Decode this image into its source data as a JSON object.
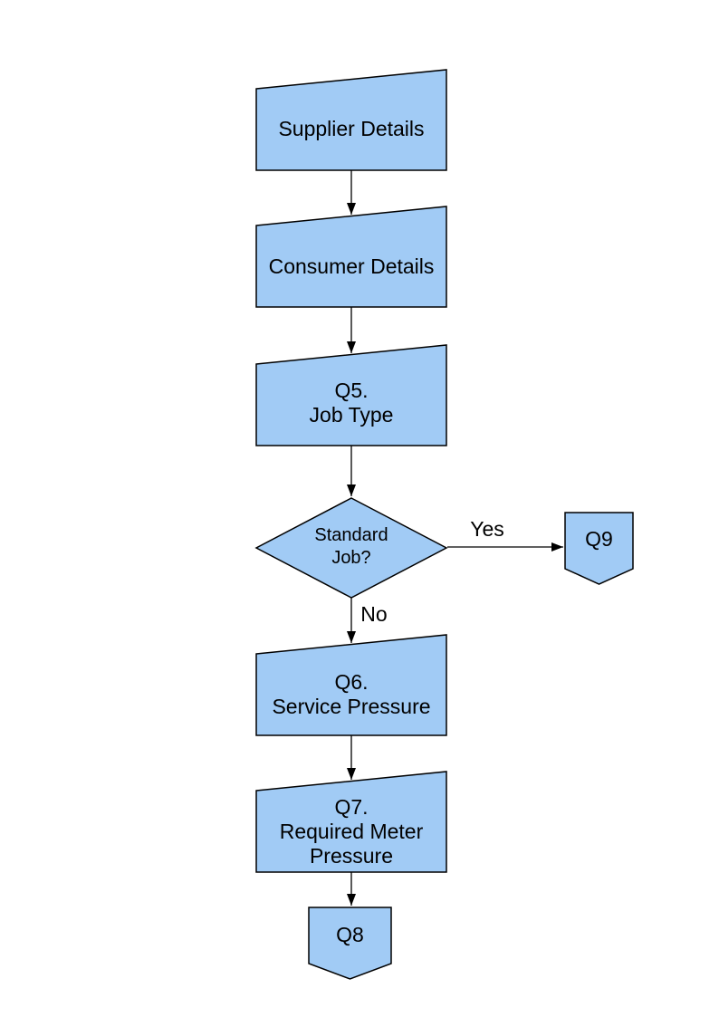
{
  "colors": {
    "page_bg": "#ffffff",
    "shape_fill": "#a1cbf5",
    "shape_border": "#000000",
    "arrow": "#000000",
    "text": "#000000"
  },
  "nodes": {
    "supplier": {
      "label": "Supplier Details",
      "type": "manual-input"
    },
    "consumer": {
      "label": "Consumer Details",
      "type": "manual-input"
    },
    "q5": {
      "label": "Q5.\nJob Type",
      "type": "manual-input"
    },
    "standard_job": {
      "label": "Standard\nJob?",
      "type": "decision"
    },
    "q9": {
      "label": "Q9",
      "type": "off-page-connector"
    },
    "q6": {
      "label": "Q6.\nService Pressure",
      "type": "manual-input"
    },
    "q7": {
      "label": "Q7.\nRequired Meter\nPressure",
      "type": "manual-input"
    },
    "q8": {
      "label": "Q8",
      "type": "off-page-connector"
    }
  },
  "edges": [
    {
      "from": "supplier",
      "to": "consumer",
      "label": ""
    },
    {
      "from": "consumer",
      "to": "q5",
      "label": ""
    },
    {
      "from": "q5",
      "to": "standard_job",
      "label": ""
    },
    {
      "from": "standard_job",
      "to": "q9",
      "label": "Yes"
    },
    {
      "from": "standard_job",
      "to": "q6",
      "label": "No"
    },
    {
      "from": "q6",
      "to": "q7",
      "label": ""
    },
    {
      "from": "q7",
      "to": "q8",
      "label": ""
    }
  ]
}
